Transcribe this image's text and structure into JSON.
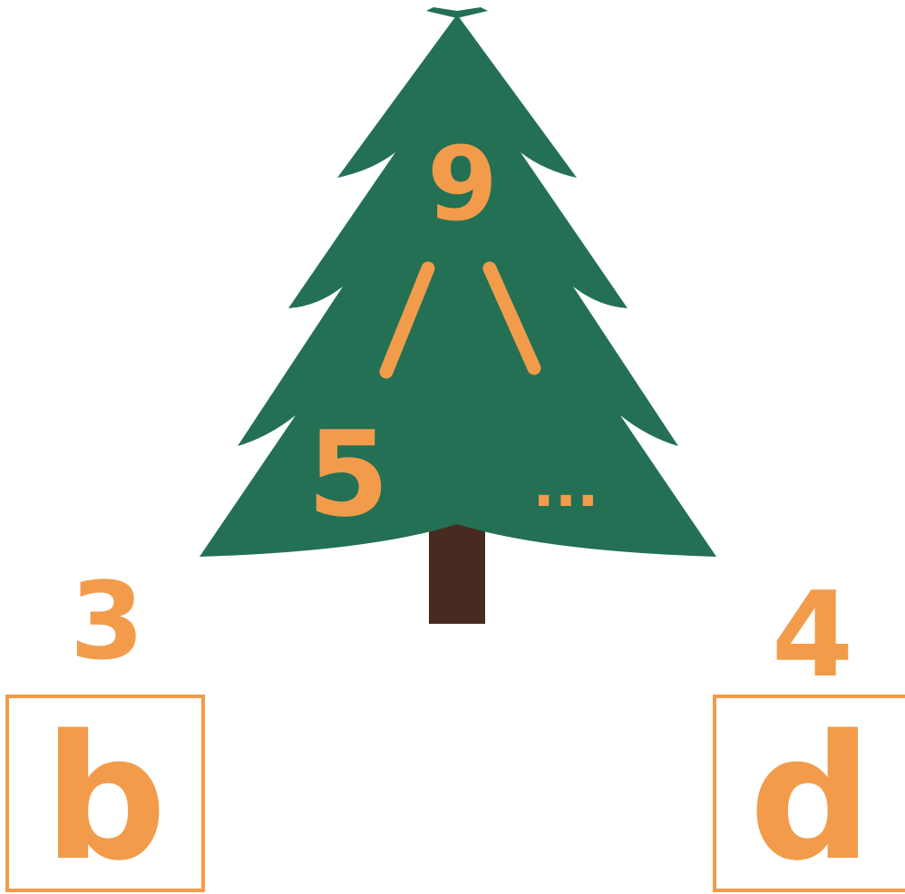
{
  "tree": {
    "top_number": "9",
    "left_number": "5",
    "right_placeholder": "..."
  },
  "options": [
    {
      "number": "3",
      "letter": "b"
    },
    {
      "number": "4",
      "letter": "d"
    }
  ],
  "colors": {
    "tree_green": "#237055",
    "trunk_brown": "#472a20",
    "accent_orange": "#f29c4b",
    "background": "#ffffff"
  }
}
